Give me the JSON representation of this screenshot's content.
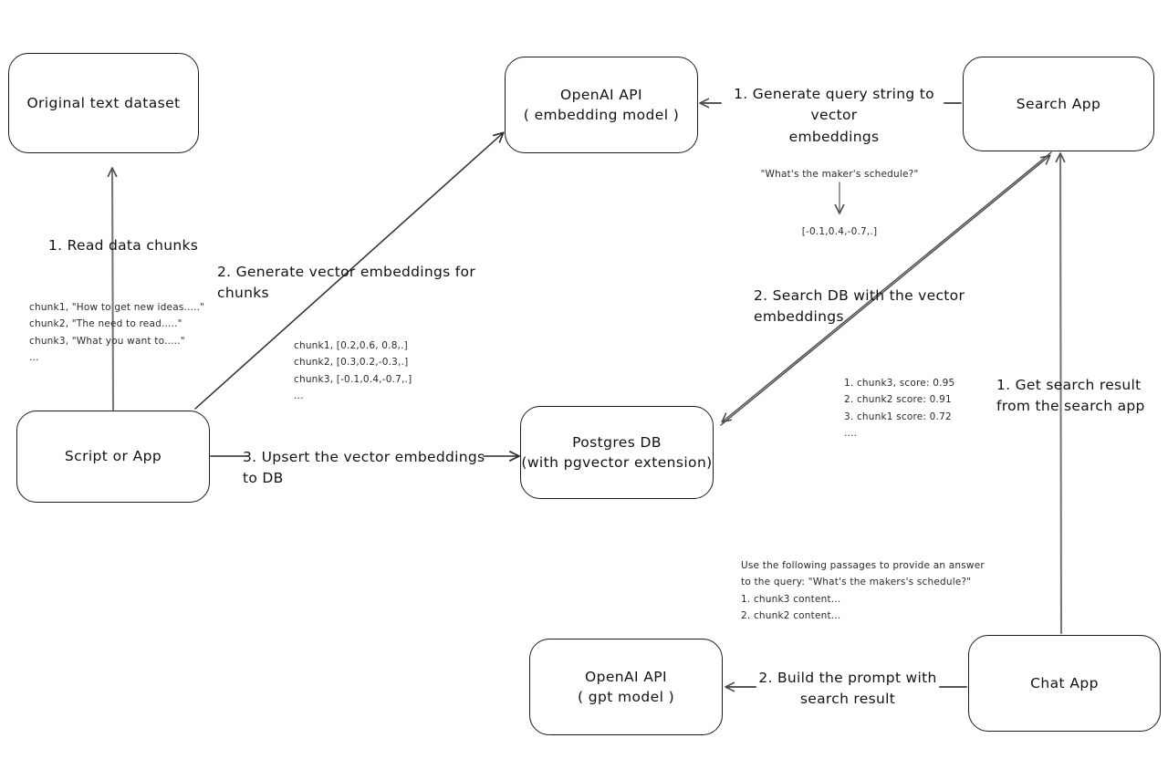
{
  "diagram": {
    "title": "Vector search RAG architecture (hand-drawn flow diagram)",
    "nodes": {
      "original_dataset": {
        "title": "Original text dataset",
        "sub": ""
      },
      "script_or_app": {
        "title": "Script or App",
        "sub": ""
      },
      "openai_embedding": {
        "title": "OpenAI API",
        "sub": "( embedding model )"
      },
      "postgres_db": {
        "title": "Postgres DB",
        "sub": "(with pgvector extension)"
      },
      "search_app": {
        "title": "Search App",
        "sub": ""
      },
      "chat_app": {
        "title": "Chat App",
        "sub": ""
      },
      "openai_gpt": {
        "title": "OpenAI API",
        "sub": "( gpt model )"
      }
    },
    "edge_labels": {
      "read_chunks": "1. Read data chunks",
      "generate_embeddings": "2. Generate vector embeddings for chunks",
      "upsert": "3. Upsert the vector embeddings  to DB",
      "generate_query_embeddings": "1. Generate query string to vector\nembeddings",
      "search_db": "2. Search DB with the vector embeddings",
      "get_search_result": "1. Get search result\nfrom the search app",
      "build_prompt": "2. Build the prompt with\nsearch result"
    },
    "notes": {
      "chunks_text": "chunk1, \"How to get new ideas.....\"\nchunk2, \"The need to read.....\"\nchunk3, \"What you want to.....\"\n...",
      "chunk_vectors": "chunk1, [0.2,0.6, 0.8,.]\nchunk2, [0.3,0.2,-0.3,.]\nchunk3, [-0.1,0.4,-0.7,.]\n...",
      "query_string": "\"What's the maker's schedule?\"",
      "query_vector": "[-0.1,0.4,-0.7,.]",
      "search_results": "1. chunk3, score: 0.95\n2. chunk2 score: 0.91\n3. chunk1 score: 0.72\n....",
      "prompt_text": "Use the following passages to provide an answer\nto the query: \"What's the makers's schedule?\"\n1. chunk3 content...\n2. chunk2 content..."
    },
    "colors": {
      "stroke": "#1c1c1c",
      "arrow": "#555555",
      "background": "#ffffff",
      "text": "#121212",
      "note_text": "#2a2a2a"
    }
  }
}
